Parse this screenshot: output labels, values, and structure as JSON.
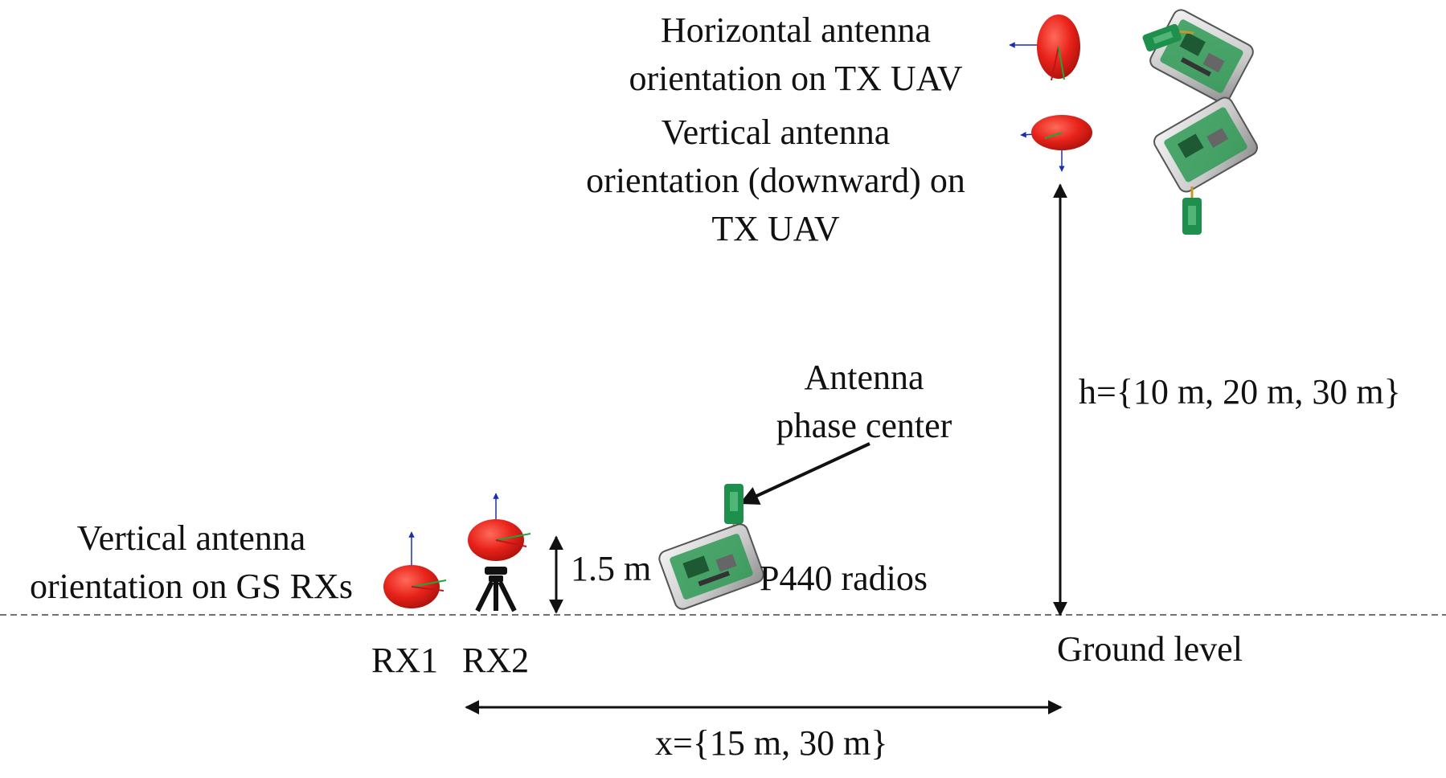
{
  "labels": {
    "horizontal_tx": [
      "Horizontal antenna",
      "orientation on TX UAV"
    ],
    "vertical_tx": [
      "Vertical antenna",
      "orientation (downward) on",
      "TX UAV"
    ],
    "phase_center": [
      "Antenna",
      "phase center"
    ],
    "gs_rx": [
      "Vertical antenna",
      "orientation on GS RXs"
    ],
    "rx_height": "1.5 m",
    "radios": "P440 radios",
    "rx1": "RX1",
    "rx2": "RX2",
    "ground": "Ground level",
    "height": "h={10 m, 20 m, 30 m}",
    "distance": "x={15 m, 30 m}"
  },
  "colors": {
    "pattern_red": "#e8221a",
    "board_green": "#2f9a55",
    "antenna_green": "#1f8f4d",
    "axis_blue": "#1a2fb0",
    "axis_green": "#19a83a",
    "axis_red": "#c0141c",
    "line": "#111111"
  },
  "icons": [
    "radiation-pattern-icon",
    "p440-radio-icon",
    "tripod-icon",
    "antenna-icon"
  ]
}
